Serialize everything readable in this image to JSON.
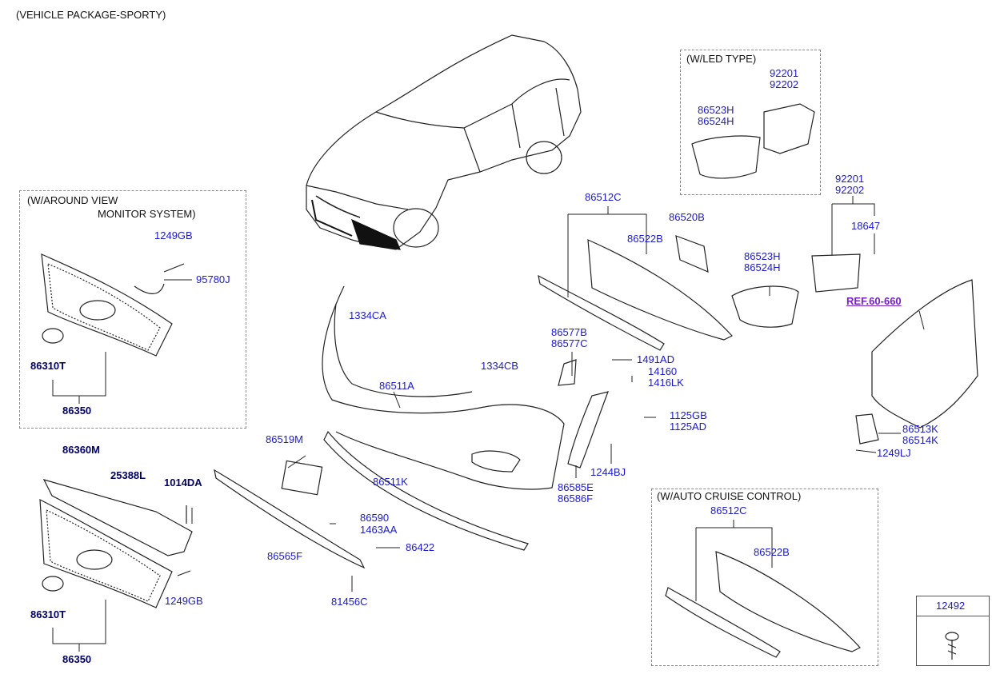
{
  "diagram": {
    "title": "(VEHICLE PACKAGE-SPORTY)",
    "boxes": {
      "around_view": {
        "line1": "(W/AROUND VIEW",
        "line2": "MONITOR SYSTEM)"
      },
      "led": {
        "title": "(W/LED TYPE)"
      },
      "cruise": {
        "title": "(W/AUTO CRUISE CONTROL)"
      },
      "fastener": {
        "title": "12492"
      }
    },
    "labels": {
      "p1249GB_a": "1249GB",
      "p95780J": "95780J",
      "p86310T_a": "86310T",
      "p86350_a": "86350",
      "p86360M": "86360M",
      "p25388L": "25388L",
      "p1014DA": "1014DA",
      "p1249GB_b": "1249GB",
      "p86310T_b": "86310T",
      "p86350_b": "86350",
      "p1334CA": "1334CA",
      "p86511A": "86511A",
      "p86519M": "86519M",
      "p86511K": "86511K",
      "p86590": "86590",
      "p1463AA": "1463AA",
      "p86422": "86422",
      "p86565F": "86565F",
      "p81456C": "81456C",
      "p1334CB": "1334CB",
      "p86577B": "86577B",
      "p86577C": "86577C",
      "p1491AD": "1491AD",
      "p14160": "14160",
      "p1416LK": "1416LK",
      "p1125GB": "1125GB",
      "p1125AD": "1125AD",
      "p1244BJ": "1244BJ",
      "p86585E": "86585E",
      "p86586F": "86586F",
      "p86512C_a": "86512C",
      "p86522B_a": "86522B",
      "p86520B": "86520B",
      "p86523H_a": "86523H",
      "p86524H_a": "86524H",
      "p92201_a": "92201",
      "p92202_a": "92202",
      "p86523H_b": "86523H",
      "p86524H_b": "86524H",
      "p92201_b": "92201",
      "p92202_b": "92202",
      "p18647": "18647",
      "ref": "REF.60-660",
      "p86513K": "86513K",
      "p86514K": "86514K",
      "p1249LJ": "1249LJ",
      "p86512C_b": "86512C",
      "p86522B_b": "86522B"
    }
  }
}
